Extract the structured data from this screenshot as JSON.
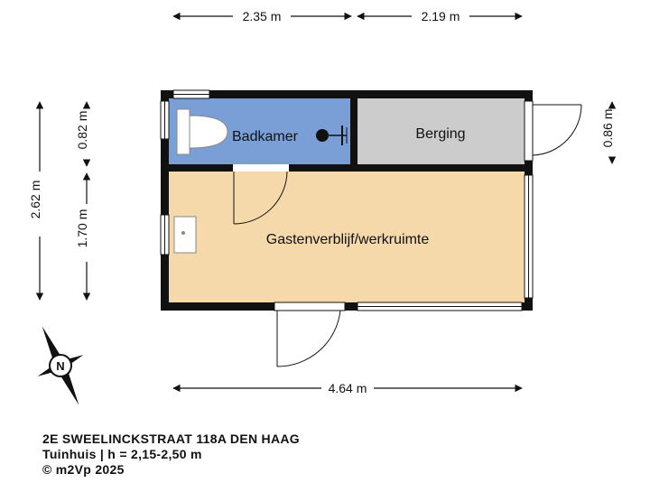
{
  "plan": {
    "rooms": {
      "badkamer": "Badkamer",
      "berging": "Berging",
      "gastenverblijf": "Gastenverblijf/werkruimte"
    },
    "dimensions": {
      "top_left": "2.35 m",
      "top_right": "2.19 m",
      "bottom": "4.64 m",
      "left_total": "2.62 m",
      "left_upper": "0.82 m",
      "left_lower": "1.70 m",
      "right": "0.86 m"
    },
    "compass_letter": "N",
    "colors": {
      "badkamer": "#7a9fd6",
      "berging": "#cccccc",
      "gastenverblijf": "#f5d9ab",
      "wall": "#111111"
    }
  },
  "footer": {
    "line1": "2E SWEELINCKSTRAAT 118A DEN HAAG",
    "line2": "Tuinhuis | h = 2,15-2,50 m",
    "line3": "© m2Vp 2025"
  }
}
